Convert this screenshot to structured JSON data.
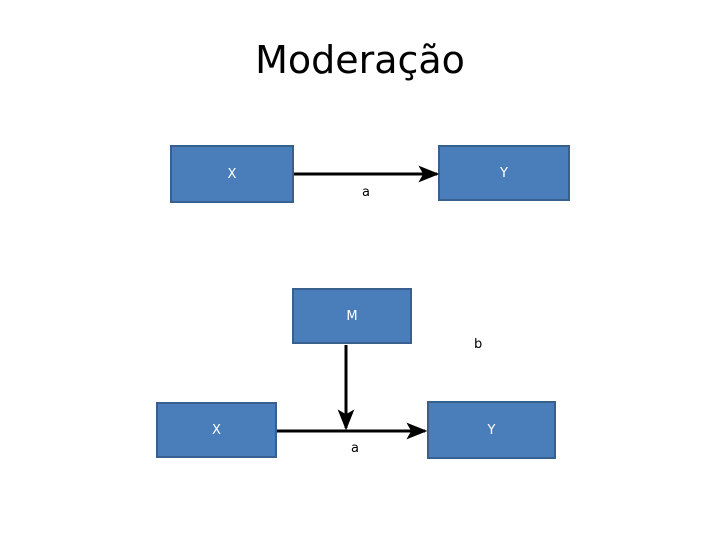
{
  "slide": {
    "title": "Moderação",
    "background_color": "#FFFFFF"
  },
  "theme": {
    "node_fill": "#4A7EBB",
    "node_border": "#37608F",
    "node_text": "#FFFFFF",
    "arrow_color": "#000000",
    "label_text": "#000000"
  },
  "diagrams": [
    {
      "name": "direct-effect",
      "nodes": [
        {
          "id": "x-top",
          "label": "X"
        },
        {
          "id": "y-top",
          "label": "Y"
        }
      ],
      "edges": [
        {
          "id": "x-to-y-top",
          "from": "X",
          "to": "Y",
          "label": "a"
        }
      ]
    },
    {
      "name": "moderation-model",
      "nodes": [
        {
          "id": "m",
          "label": "M"
        },
        {
          "id": "x-bot",
          "label": "X"
        },
        {
          "id": "y-bot",
          "label": "Y"
        }
      ],
      "edges": [
        {
          "id": "x-to-y-bot",
          "from": "X",
          "to": "Y",
          "label": "a"
        },
        {
          "id": "m-to-path",
          "from": "M",
          "to": "X->Y path",
          "label": "b"
        }
      ]
    }
  ],
  "labels": {
    "a_top": "a",
    "b": "b",
    "a_bottom": "a"
  },
  "nodes": {
    "x_top": "X",
    "y_top": "Y",
    "m": "M",
    "x_bottom": "X",
    "y_bottom": "Y"
  }
}
